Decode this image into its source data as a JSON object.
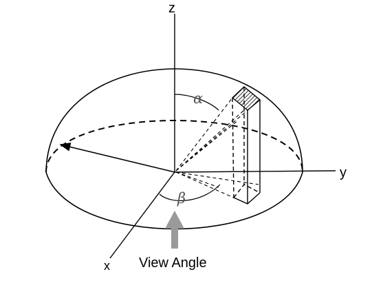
{
  "axes": {
    "z_label": "z",
    "y_label": "y",
    "x_label": "x"
  },
  "angles": {
    "alpha_label": "α",
    "beta_label": "β"
  },
  "caption": {
    "view_angle": "View Angle"
  },
  "colors": {
    "ink": "#000000",
    "view_arrow": "#9a9a9a",
    "angle_label": "#555555"
  },
  "icons": {
    "view_arrow": "up-arrow-icon"
  }
}
